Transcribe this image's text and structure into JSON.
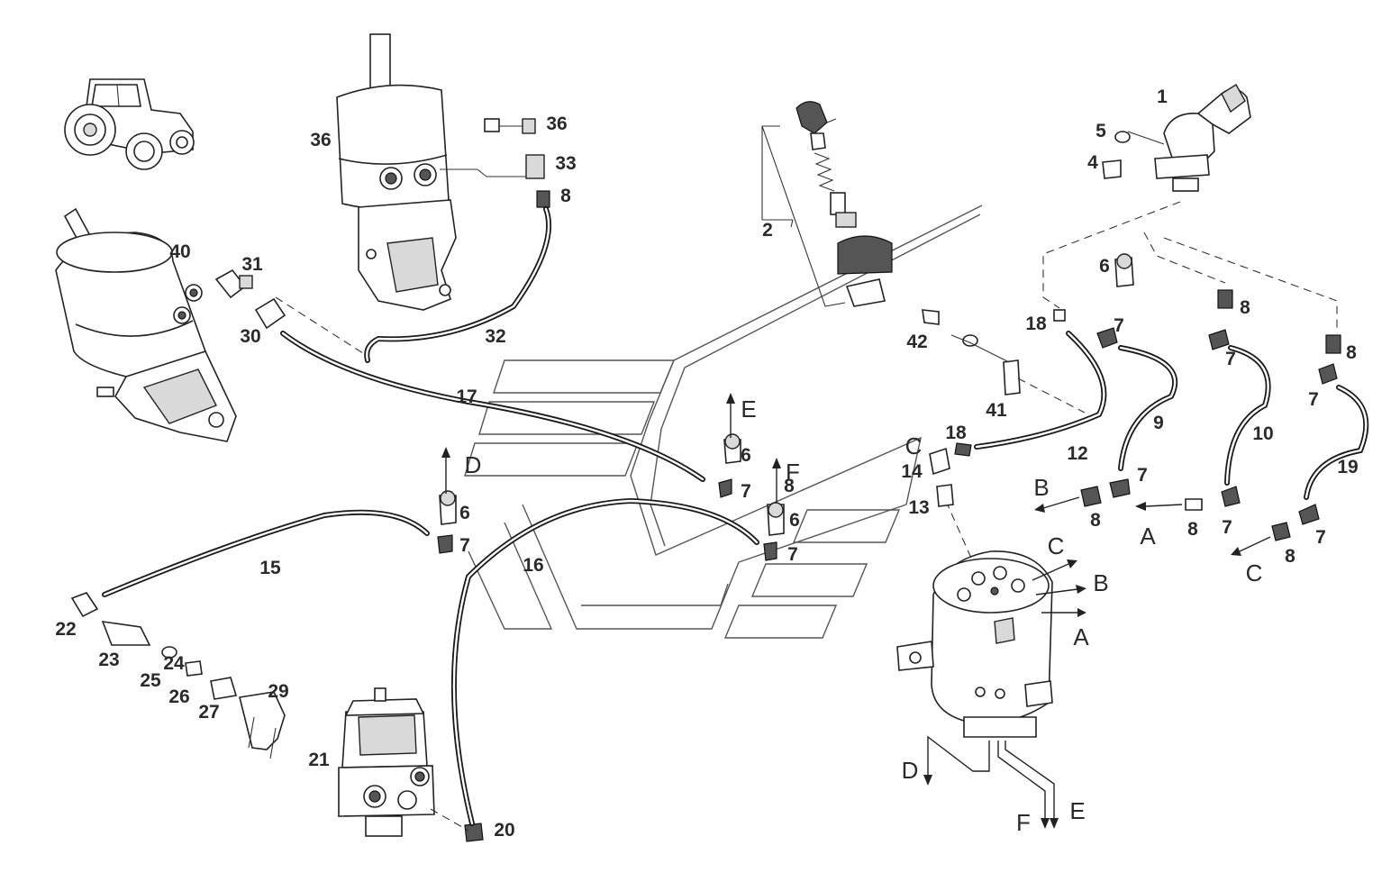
{
  "part_labels": [
    "1",
    "2",
    "4",
    "5",
    "6",
    "6",
    "6",
    "6",
    "7",
    "7",
    "7",
    "7",
    "7",
    "7",
    "7",
    "7",
    "7",
    "8",
    "8",
    "8",
    "8",
    "8",
    "8",
    "8",
    "9",
    "10",
    "12",
    "13",
    "14",
    "15",
    "16",
    "17",
    "18",
    "18",
    "19",
    "20",
    "21",
    "22",
    "23",
    "24",
    "25",
    "26",
    "27",
    "29",
    "30",
    "31",
    "32",
    "33",
    "36",
    "36",
    "40",
    "41",
    "42"
  ],
  "direction_labels": [
    "A",
    "A",
    "B",
    "B",
    "C",
    "C",
    "C",
    "D",
    "D",
    "E",
    "E",
    "F",
    "F"
  ]
}
